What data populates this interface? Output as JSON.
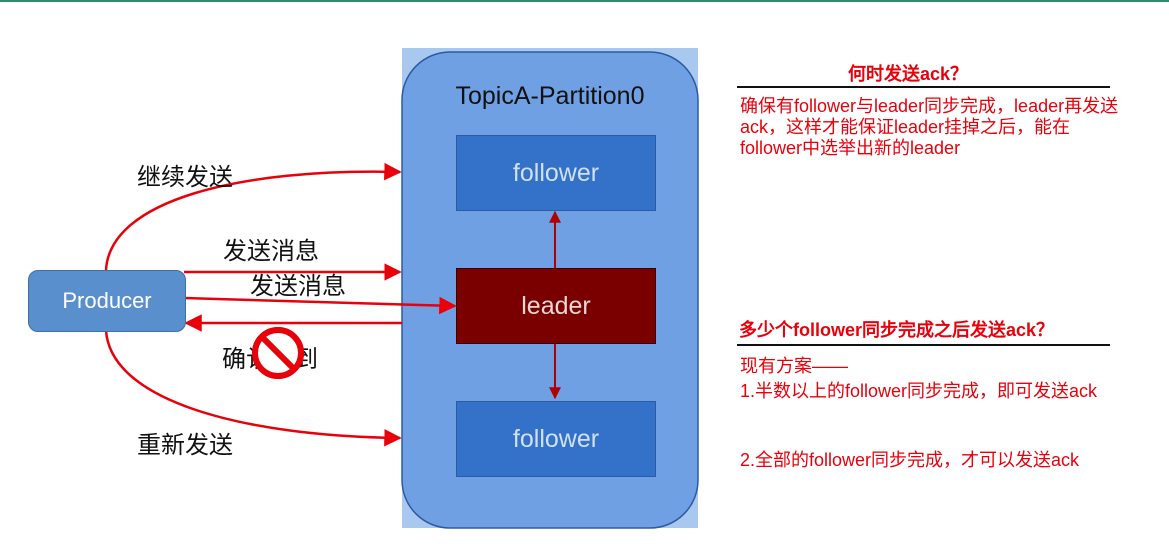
{
  "colors": {
    "partition_fill": "#6fa0e4",
    "follower_fill": "#3471c9",
    "leader_fill": "#7a0000",
    "arrow_red": "#e8000b",
    "producer_fill": "#5a8fce",
    "text_red": "#e8000b"
  },
  "partition": {
    "title": "TopicA-Partition0"
  },
  "nodes": {
    "follower_top": "follower",
    "leader": "leader",
    "follower_bottom": "follower",
    "producer": "Producer"
  },
  "arrows": {
    "continue_send": "继续发送",
    "send_message_1": "发送消息",
    "send_message_2": "发送消息",
    "confirm_receipt": "确认收到",
    "resend": "重新发送"
  },
  "icons": {
    "blocked": "no-entry-icon"
  },
  "panel": {
    "q1_title": "何时发送ack？",
    "q1_body": "确保有follower与leader同步完成，leader再发送ack，这样才能保证leader挂掉之后，能在follower中选举出新的leader",
    "q2_title": "多少个follower同步完成之后发送ack？",
    "q2_intro": "现有方案——",
    "q2_option1": "1.半数以上的follower同步完成，即可发送ack",
    "q2_option2": "2.全部的follower同步完成，才可以发送ack"
  }
}
